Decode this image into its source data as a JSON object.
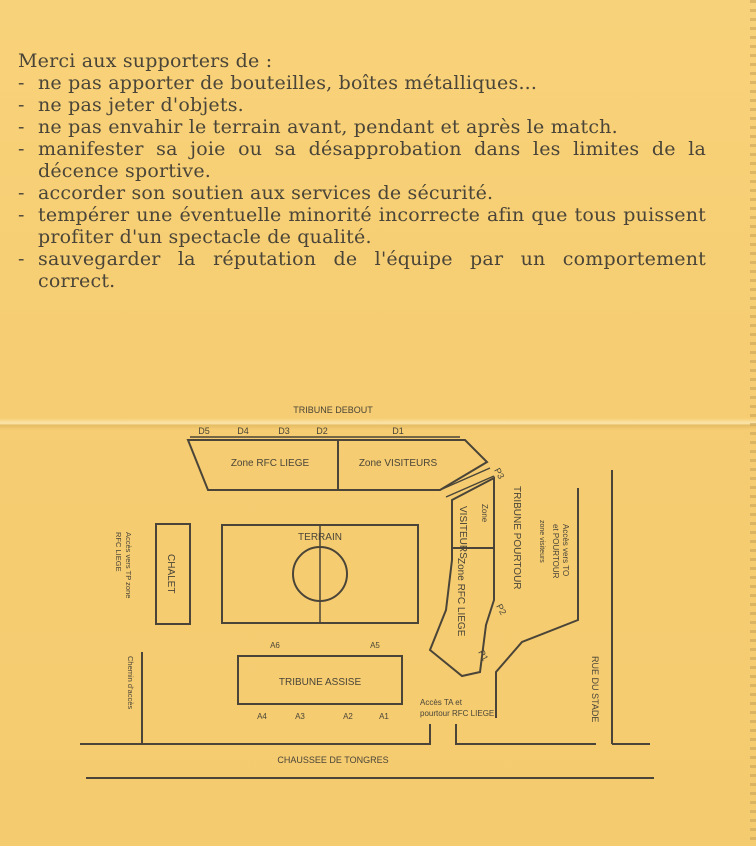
{
  "rules": {
    "intro": "Merci aux supporters de :",
    "items": [
      "ne pas apporter de bouteilles, boîtes métalliques...",
      "ne pas jeter d'objets.",
      "ne pas envahir le terrain avant, pendant et après le match.",
      "manifester sa joie ou sa désapprobation dans les limites de la décence sportive.",
      "accorder son soutien aux services de sécurité.",
      "tempérer une éventuelle minorité incorrecte afin que tous puissent profiter d'un spectacle de qualité.",
      "sauvegarder la réputation de l'équipe par un comportement correct."
    ]
  },
  "map": {
    "tribune_debout": "TRIBUNE DEBOUT",
    "sections_top": [
      "D5",
      "D4",
      "D3",
      "D2",
      "D1"
    ],
    "zone_rfc_liege": "Zone RFC LIEGE",
    "zone_visiteurs": "Zone VISITEURS",
    "p3": "P3",
    "visiteurs": "VISITEURS",
    "zone_word": "Zone",
    "zone_rfc_liege_side": "Zone RFC LIEGE",
    "p2": "P2",
    "p1": "P1",
    "tribune_pourtour": "TRIBUNE POURTOUR",
    "zone_visiteurs_small": "zone visiteurs",
    "acces_to_line1": "Accès vers TO",
    "acces_to_line2": "et POURTOUR",
    "terrain": "TERRAIN",
    "chalet": "CHALET",
    "acces_tp_line1": "Accès vers TP zone",
    "acces_tp_line2": "RFC LIEGE",
    "chemin": "Chemin d'accès",
    "tribune_assise": "TRIBUNE ASSISE",
    "sections_upper": [
      "A6",
      "A5"
    ],
    "sections_lower": [
      "A4",
      "A3",
      "A2",
      "A1"
    ],
    "acces_ta_line1": "Accès TA et",
    "acces_ta_line2": "pourtour RFC LIEGE",
    "rue_du_stade": "RUE DU STADE",
    "chaussee": "CHAUSSEE DE TONGRES"
  }
}
